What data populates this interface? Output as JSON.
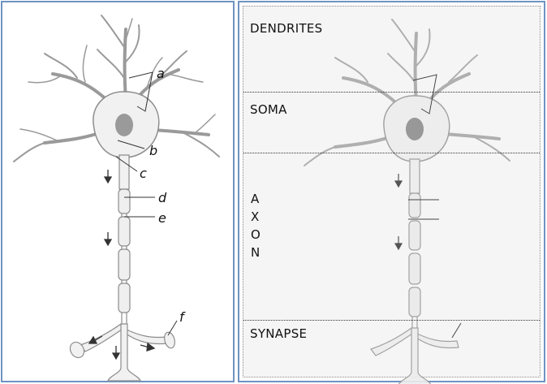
{
  "left_diagram": {
    "labels": [
      "a",
      "b",
      "c",
      "d",
      "e",
      "f"
    ]
  },
  "right_diagram": {
    "zones": {
      "dendrites": "DENDRITES",
      "soma": "SOMA",
      "axon_letters": [
        "A",
        "X",
        "O",
        "N"
      ],
      "synapse": "SYNAPSE"
    }
  },
  "colors": {
    "frame_border": "#6f93c2",
    "right_background": "#f5f5f5",
    "neuron_fill": "#f1f1f1",
    "neuron_outline": "#8c8c8c",
    "nucleus": "#9a9a9a"
  }
}
